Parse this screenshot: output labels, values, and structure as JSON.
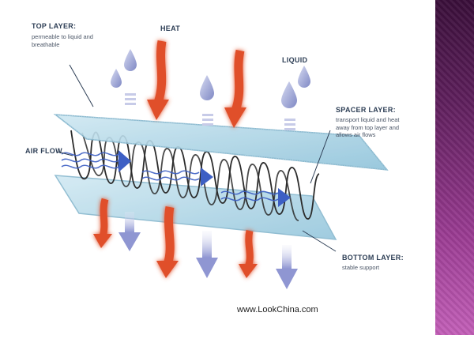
{
  "labels": {
    "top_layer": {
      "title": "TOP LAYER:",
      "desc": "permeable to liquid and breathable"
    },
    "heat": "HEAT",
    "liquid": "LIQUID",
    "air_flow": "AIR FLOW",
    "spacer_layer": {
      "title": "SPACER LAYER:",
      "desc": "transport liquid and heat away from top layer and allows air flows"
    },
    "bottom_layer": {
      "title": "BOTTOM LAYER:",
      "desc": "stable support"
    }
  },
  "source_caption": "www.LookChina.com",
  "colors": {
    "sheet": "#a9d4e6",
    "sheet_edge": "#7fb3cb",
    "heat_arrow": "#e0502a",
    "liquid_drop": "#9ea7d6",
    "air_flow": "#3d5fc4",
    "fiber": "#2b2b2b",
    "sidebar": "#7a2e74"
  }
}
